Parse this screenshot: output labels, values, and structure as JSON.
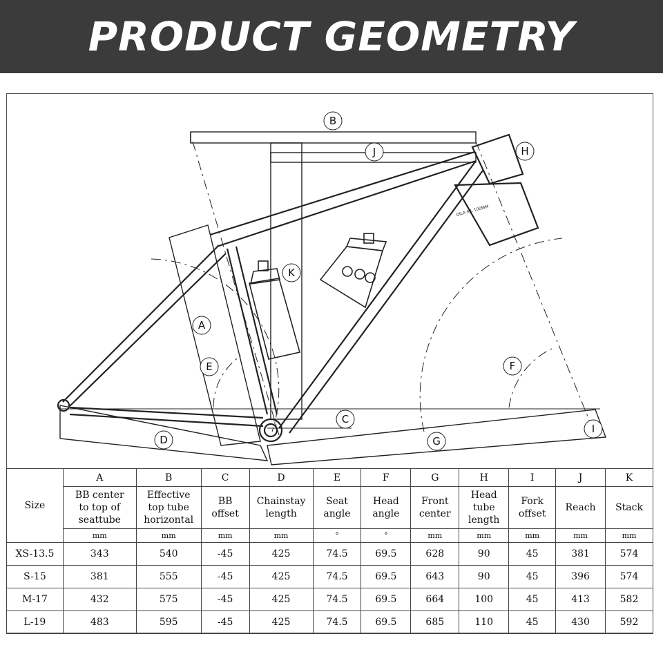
{
  "banner": {
    "title": "PRODUCT GEOMETRY"
  },
  "diagram": {
    "labels": [
      "A",
      "B",
      "C",
      "D",
      "E",
      "F",
      "G",
      "H",
      "I",
      "J",
      "K"
    ],
    "fork_text": "QILA ML 100MM"
  },
  "table": {
    "size_header": "Size",
    "letters": [
      "A",
      "B",
      "C",
      "D",
      "E",
      "F",
      "G",
      "H",
      "I",
      "J",
      "K"
    ],
    "descriptions": [
      [
        "BB center",
        "to top of",
        "seattube"
      ],
      [
        "Effective",
        "top tube",
        "horizontal"
      ],
      [
        "BB",
        "offset"
      ],
      [
        "Chainstay",
        "length"
      ],
      [
        "Seat",
        "angle"
      ],
      [
        "Head",
        "angle"
      ],
      [
        "Front",
        "center"
      ],
      [
        "Head",
        "tube",
        "length"
      ],
      [
        "Fork",
        "offset"
      ],
      [
        "Reach"
      ],
      [
        "Stack"
      ]
    ],
    "units": [
      "mm",
      "mm",
      "mm",
      "mm",
      "°",
      "°",
      "mm",
      "mm",
      "mm",
      "mm",
      "mm"
    ],
    "rows": [
      {
        "size": "XS-13.5",
        "values": [
          "343",
          "540",
          "-45",
          "425",
          "74.5",
          "69.5",
          "628",
          "90",
          "45",
          "381",
          "574"
        ]
      },
      {
        "size": "S-15",
        "values": [
          "381",
          "555",
          "-45",
          "425",
          "74.5",
          "69.5",
          "643",
          "90",
          "45",
          "396",
          "574"
        ]
      },
      {
        "size": "M-17",
        "values": [
          "432",
          "575",
          "-45",
          "425",
          "74.5",
          "69.5",
          "664",
          "100",
          "45",
          "413",
          "582"
        ]
      },
      {
        "size": "L-19",
        "values": [
          "483",
          "595",
          "-45",
          "425",
          "74.5",
          "69.5",
          "685",
          "110",
          "45",
          "430",
          "592"
        ]
      }
    ]
  }
}
